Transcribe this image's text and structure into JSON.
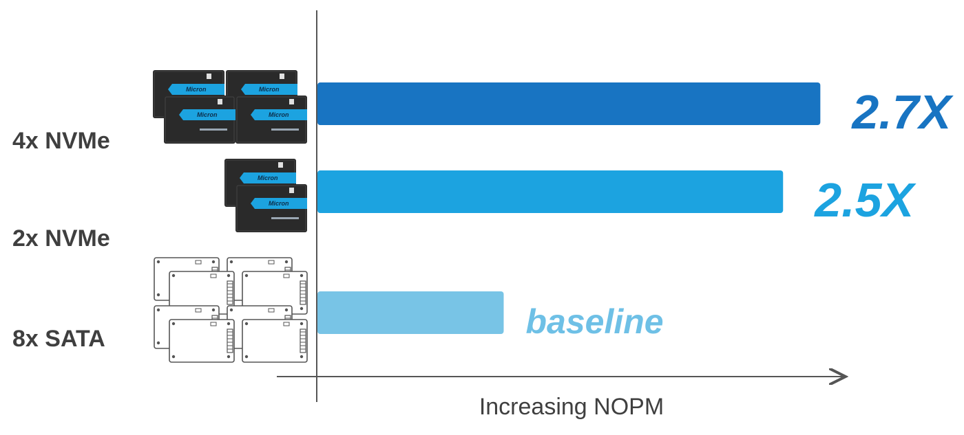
{
  "chart_data": {
    "type": "bar",
    "orientation": "horizontal",
    "categories": [
      "4x NVMe",
      "2x NVMe",
      "8x SATA"
    ],
    "values": [
      2.7,
      2.5,
      1.0
    ],
    "value_labels": [
      "2.7X",
      "2.5X",
      "baseline"
    ],
    "xlabel": "Increasing NOPM",
    "ylabel": "",
    "xlim": [
      0,
      3.0
    ],
    "grid": false,
    "colors": [
      "#1874c2",
      "#1ca3e0",
      "#78c4e6"
    ]
  },
  "drive_icons": {
    "nvme_brand": "Micron",
    "nvme_icon": "nvme-ssd-icon",
    "sata_icon": "sata-ssd-outline-icon",
    "nvme_color": "#2a2a2a",
    "accent": "#1ca3e0"
  }
}
